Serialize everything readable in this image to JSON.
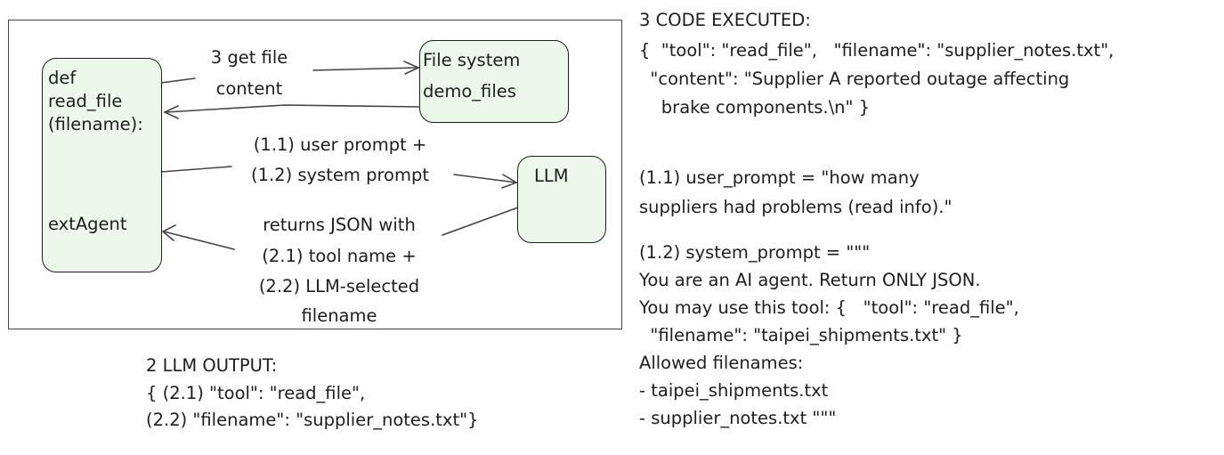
{
  "diagram": {
    "agent_box": {
      "lines": [
        "def",
        "read_file",
        "(filename):",
        "",
        "",
        "extAgent"
      ]
    },
    "filesystem_box": {
      "lines": [
        "File system",
        "demo_files"
      ]
    },
    "llm_box": {
      "label": "LLM"
    },
    "edge_get_file": {
      "lines": [
        "3 get file",
        "content"
      ]
    },
    "edge_prompts": {
      "lines": [
        "(1.1) user prompt +",
        "(1.2) system prompt"
      ]
    },
    "edge_returns": {
      "lines": [
        "returns JSON with",
        "(2.1) tool name +",
        "(2.2) LLM-selected",
        "filename"
      ]
    }
  },
  "llm_output": {
    "lines": [
      "2 LLM OUTPUT:",
      "{ (2.1) \"tool\": \"read_file\",",
      "(2.2) \"filename\": \"supplier_notes.txt\"}"
    ]
  },
  "code_executed": {
    "lines": [
      "3 CODE EXECUTED:",
      "{  \"tool\": \"read_file\",   \"filename\": \"supplier_notes.txt\",",
      "  \"content\": \"Supplier A reported outage affecting",
      "    brake components.\\n\" }"
    ]
  },
  "user_prompt": {
    "lines": [
      "(1.1) user_prompt = \"how many",
      "suppliers had problems (read info).\""
    ]
  },
  "system_prompt": {
    "lines": [
      "(1.2) system_prompt = \"\"\"",
      "You are an AI agent. Return ONLY JSON.",
      "You may use this tool: {   \"tool\": \"read_file\",",
      "  \"filename\": \"taipei_shipments.txt\" }",
      "Allowed filenames:",
      "- taipei_shipments.txt",
      "- supplier_notes.txt \"\"\""
    ]
  },
  "colors": {
    "node_fill": "#ebf8ea",
    "stroke": "#1e1e1e",
    "text": "#1e1e1e"
  }
}
